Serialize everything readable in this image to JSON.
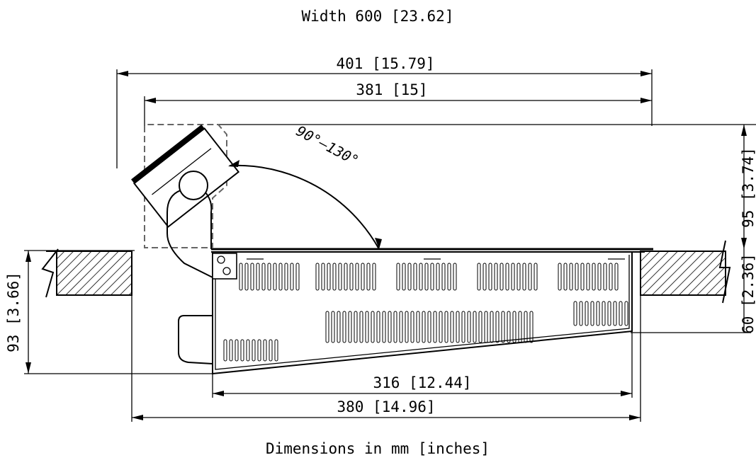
{
  "title": "Width 600 [23.62]",
  "footer": "Dimensions in mm [inches]",
  "dimensions": {
    "overall_top": "401 [15.79]",
    "inner_top": "381 [15]",
    "angle": "90°–130°",
    "height_open": "95 [3.74]",
    "height_right": "60 [2.36]",
    "height_left": "93 [3.66]",
    "bottom_inner": "316 [12.44]",
    "bottom_outer": "380 [14.96]"
  },
  "colors": {
    "line": "#000000",
    "hidden_line": "#666666",
    "hatch": "#000000",
    "background": "#ffffff"
  }
}
